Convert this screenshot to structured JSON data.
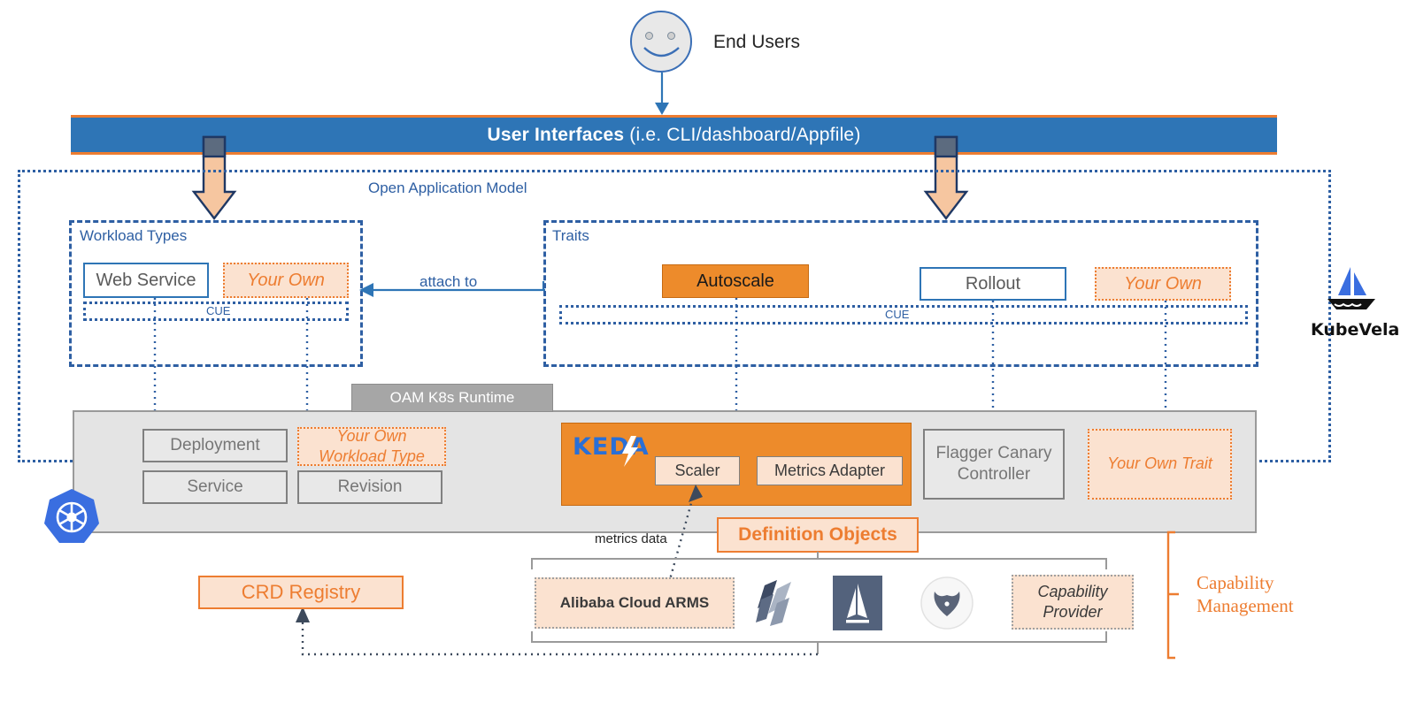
{
  "end_users": {
    "label": "End Users",
    "icon": "smiley-face-icon"
  },
  "ui_banner": {
    "strong": "User Interfaces",
    "rest": " (i.e. CLI/dashboard/Appfile)"
  },
  "oam": {
    "title": "Open Application Model",
    "workload_group": {
      "title": "Workload Types",
      "cue": "CUE",
      "items": [
        {
          "label": "Web Service",
          "style": "plain"
        },
        {
          "label": "Your Own",
          "style": "your-own"
        }
      ]
    },
    "traits_group": {
      "title": "Traits",
      "cue": "CUE",
      "items": [
        {
          "label": "Autoscale",
          "style": "orange"
        },
        {
          "label": "Rollout",
          "style": "plain"
        },
        {
          "label": "Your Own",
          "style": "your-own"
        }
      ]
    },
    "attach_label": "attach to"
  },
  "runtime": {
    "tab": "OAM K8s Runtime",
    "workloads": [
      {
        "label": "Deployment",
        "style": "gray"
      },
      {
        "label": "Your Own\nWorkload Type",
        "style": "your-own"
      },
      {
        "label": "Service",
        "style": "gray"
      },
      {
        "label": "Revision",
        "style": "gray"
      }
    ],
    "keda": {
      "logo": "KEDA",
      "sub": [
        "Scaler",
        "Metrics Adapter"
      ]
    },
    "flagger": "Flagger Canary\nController",
    "your_own_trait": "Your Own Trait"
  },
  "bottom": {
    "crd_registry": "CRD Registry",
    "definition_objects": "Definition Objects",
    "metrics_data": "metrics data",
    "providers": [
      {
        "label": "Alibaba Cloud ARMS",
        "kind": "text-box"
      },
      {
        "label": "",
        "kind": "flagger-logo-icon"
      },
      {
        "label": "",
        "kind": "istio-logo-icon"
      },
      {
        "label": "",
        "kind": "argo-logo-icon"
      },
      {
        "label": "Capability\nProvider",
        "kind": "text-box"
      }
    ],
    "capability_management": "Capability\nManagement"
  },
  "branding": {
    "kubevela": "KubeVela",
    "kubevela_icon": "sailboat-icon",
    "kubernetes_icon": "kubernetes-wheel-icon"
  },
  "colors": {
    "banner_blue": "#2e75b6",
    "accent_orange": "#ed7d31",
    "orange_fill": "#ed8b2b",
    "peach_fill": "#fbe2d0",
    "oam_blue": "#2e5fa3",
    "gray_band": "#e4e4e4"
  }
}
